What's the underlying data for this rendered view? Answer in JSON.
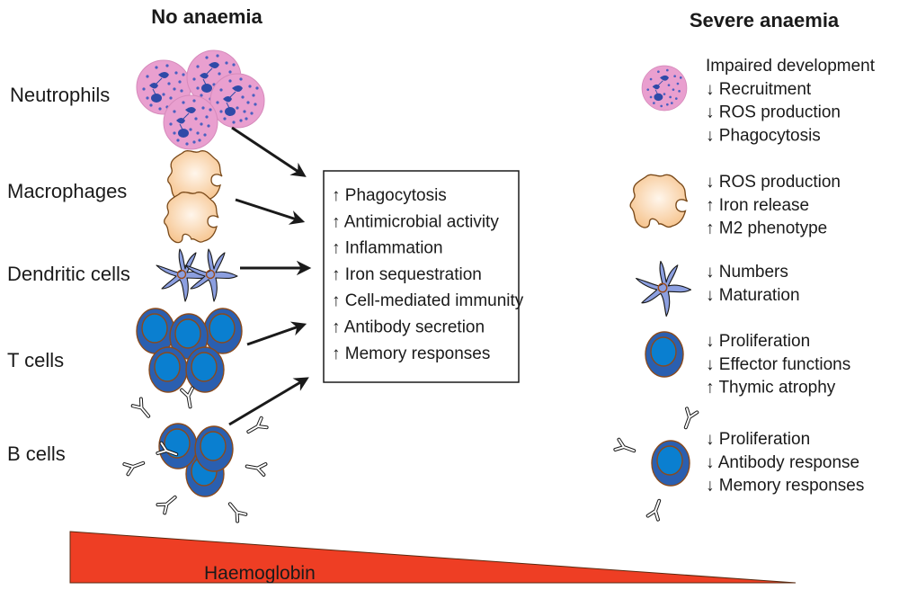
{
  "headings": {
    "left": "No anaemia",
    "right": "Severe anaemia"
  },
  "cell_types": [
    {
      "id": "neutrophils",
      "label": "Neutrophils"
    },
    {
      "id": "macrophages",
      "label": "Macrophages"
    },
    {
      "id": "dendritic",
      "label": "Dendritic cells"
    },
    {
      "id": "tcells",
      "label": "T cells"
    },
    {
      "id": "bcells",
      "label": "B cells"
    }
  ],
  "no_anaemia_effects": [
    {
      "direction": "up",
      "symbol": "↑",
      "text": "Phagocytosis"
    },
    {
      "direction": "up",
      "symbol": "↑",
      "text": "Antimicrobial activity"
    },
    {
      "direction": "up",
      "symbol": "↑",
      "text": "Inflammation"
    },
    {
      "direction": "up",
      "symbol": "↑",
      "text": "Iron sequestration"
    },
    {
      "direction": "up",
      "symbol": "↑",
      "text": "Cell-mediated immunity"
    },
    {
      "direction": "up",
      "symbol": "↑",
      "text": "Antibody secretion"
    },
    {
      "direction": "up",
      "symbol": "↑",
      "text": "Memory responses"
    }
  ],
  "severe_anaemia_effects": [
    {
      "cell": "neutrophils",
      "items": [
        {
          "direction": "none",
          "symbol": "",
          "text": "Impaired development"
        },
        {
          "direction": "down",
          "symbol": "↓",
          "text": "Recruitment"
        },
        {
          "direction": "down",
          "symbol": "↓",
          "text": "ROS production"
        },
        {
          "direction": "down",
          "symbol": "↓",
          "text": "Phagocytosis"
        }
      ]
    },
    {
      "cell": "macrophages",
      "items": [
        {
          "direction": "down",
          "symbol": "↓",
          "text": "ROS production"
        },
        {
          "direction": "up",
          "symbol": "↑",
          "text": "Iron release"
        },
        {
          "direction": "up",
          "symbol": "↑",
          "text": "M2 phenotype"
        }
      ]
    },
    {
      "cell": "dendritic",
      "items": [
        {
          "direction": "down",
          "symbol": "↓",
          "text": "Numbers"
        },
        {
          "direction": "down",
          "symbol": "↓",
          "text": "Maturation"
        }
      ]
    },
    {
      "cell": "tcells",
      "items": [
        {
          "direction": "down",
          "symbol": "↓",
          "text": "Proliferation"
        },
        {
          "direction": "down",
          "symbol": "↓",
          "text": "Effector functions"
        },
        {
          "direction": "up",
          "symbol": "↑",
          "text": "Thymic atrophy"
        }
      ]
    },
    {
      "cell": "bcells",
      "items": [
        {
          "direction": "down",
          "symbol": "↓",
          "text": "Proliferation"
        },
        {
          "direction": "down",
          "symbol": "↓",
          "text": "Antibody response"
        },
        {
          "direction": "down",
          "symbol": "↓",
          "text": "Memory responses"
        }
      ]
    }
  ],
  "gradient": {
    "label": "Haemoglobin",
    "trend": "decreasing from no anaemia to severe anaemia"
  },
  "colors": {
    "neutrophil_fill": "#e99fcf",
    "neutrophil_nucleus": "#2f4aa8",
    "macrophage_fill": "#f6c48e",
    "macrophage_stroke": "#7a4a1a",
    "dendritic_fill": "#8c9fe0",
    "lymphocyte_outer": "#2a5fb0",
    "lymphocyte_inner": "#0a7fd0",
    "lymphocyte_stroke": "#8a4a1c",
    "haemoglobin_wedge": "#ee3e24"
  }
}
